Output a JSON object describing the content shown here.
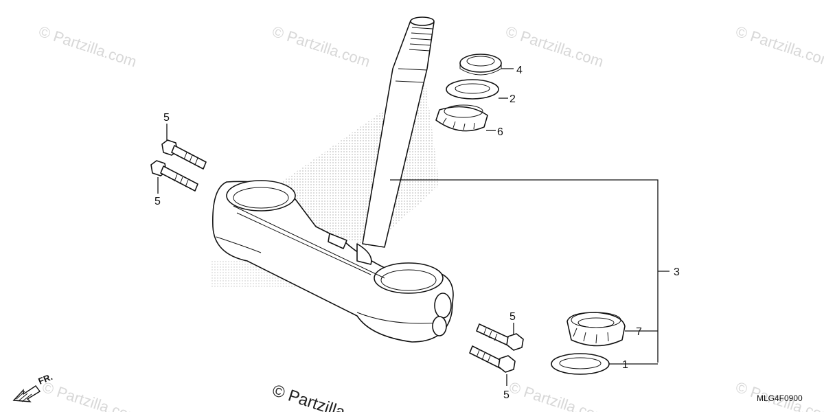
{
  "callouts": [
    {
      "id": "c4a",
      "label": "4"
    },
    {
      "id": "c2",
      "label": "2"
    },
    {
      "id": "c6",
      "label": "6"
    },
    {
      "id": "c5a",
      "label": "5"
    },
    {
      "id": "c5b",
      "label": "5"
    },
    {
      "id": "c3",
      "label": "3"
    },
    {
      "id": "c5c",
      "label": "5"
    },
    {
      "id": "c7",
      "label": "7"
    },
    {
      "id": "c1",
      "label": "1"
    },
    {
      "id": "c5d",
      "label": "5"
    }
  ],
  "watermark": {
    "text": "© Partzilla.com",
    "large_text": "© Partzilla"
  },
  "diagram_code": "MLG4F0900",
  "direction_label": "FR.",
  "icons": {
    "front_arrow": "front-direction-arrow-icon"
  }
}
